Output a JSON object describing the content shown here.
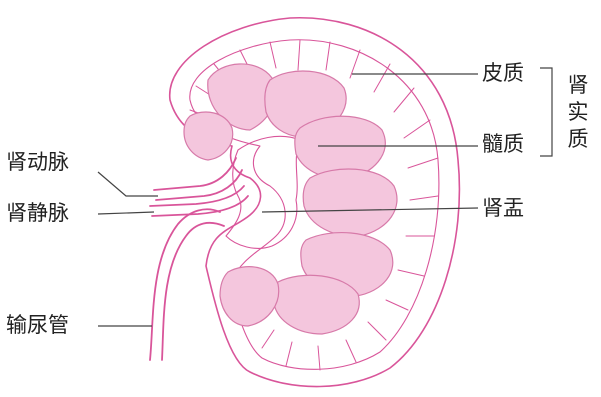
{
  "colors": {
    "outline": "#d9559a",
    "pyramid_fill": "#f4c6dd",
    "pyramid_stroke": "#d77aa9",
    "label_text": "#222222",
    "leader_line": "#444444"
  },
  "labels": {
    "cortex": "皮质",
    "medulla": "髓质",
    "renal_parenchyma": "肾实质",
    "renal_artery": "肾动脉",
    "renal_vein": "肾静脉",
    "renal_pelvis": "肾盂",
    "ureter": "输尿管"
  }
}
